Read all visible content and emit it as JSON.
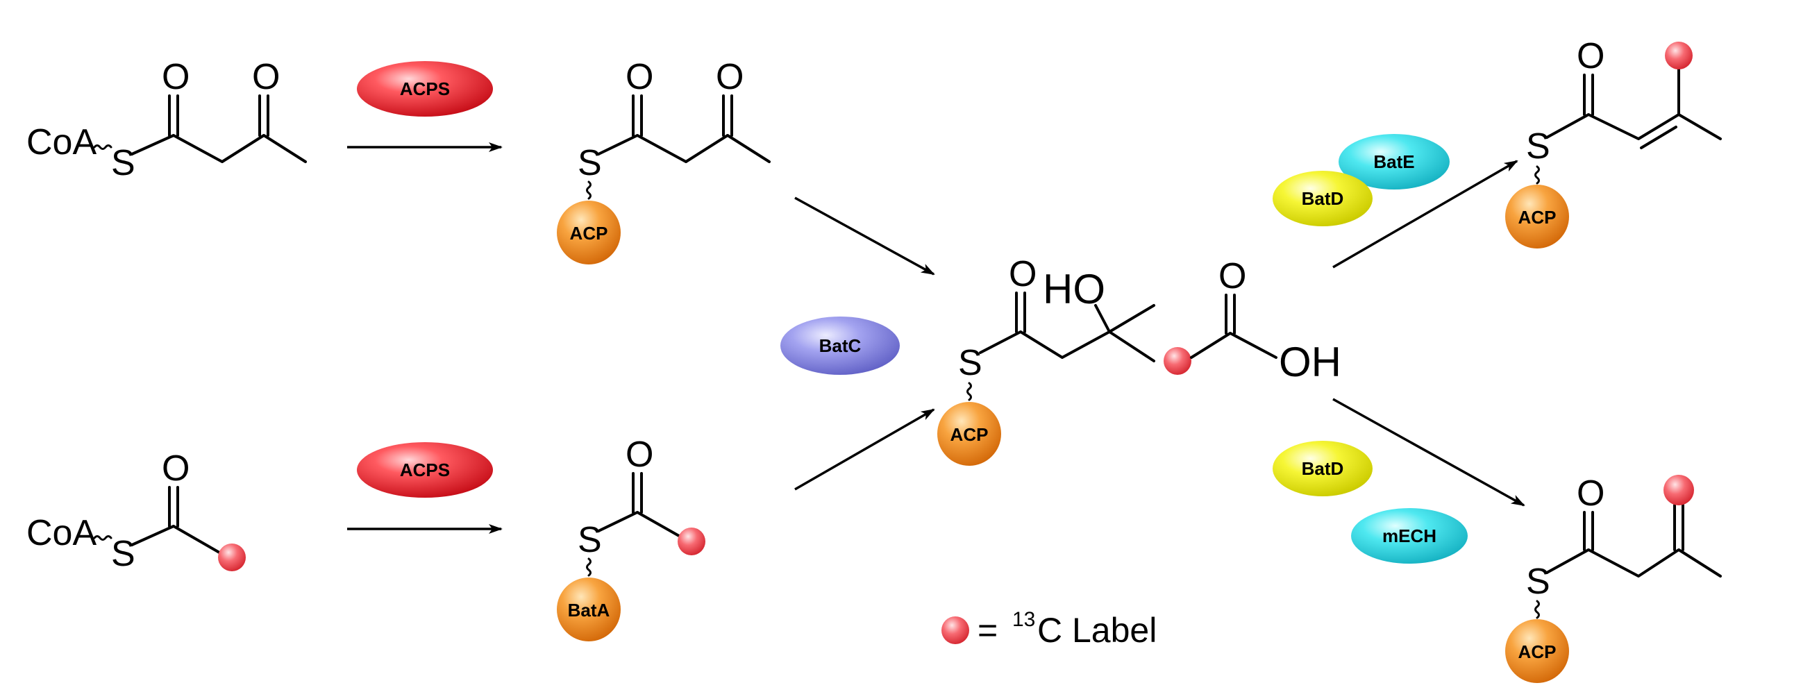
{
  "atoms": {
    "coa": "CoA",
    "s": "S",
    "o": "O",
    "ho": "HO",
    "oh": "OH"
  },
  "carriers": {
    "acp": "ACP",
    "bata": "BatA"
  },
  "enzymes": {
    "acps": "ACPS",
    "batc": "BatC",
    "bate": "BatE",
    "batd": "BatD",
    "mech": "mECH"
  },
  "legend": {
    "equals": "=",
    "superscript": "13",
    "label": "C Label"
  },
  "colors": {
    "acps": "#e8202a",
    "batc": "#8a8ae6",
    "bate": "#33e0ea",
    "batd": "#f2f21c",
    "mech": "#33e0ea",
    "carrier": "#f59a2e",
    "label_ball": "#f26d76"
  }
}
